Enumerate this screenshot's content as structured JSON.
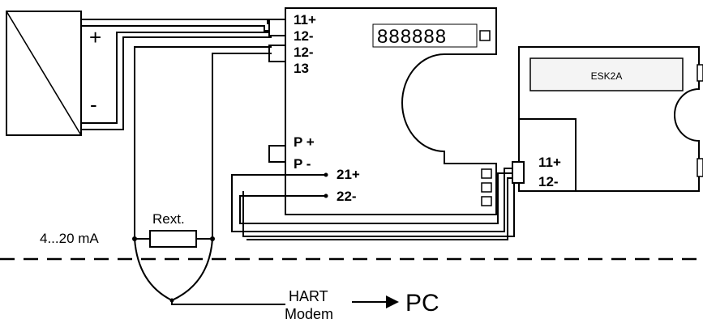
{
  "power_supply": {
    "plus_label": "+",
    "minus_label": "-"
  },
  "transmitter": {
    "terminal_11": "11+",
    "terminal_12_top": "12-",
    "terminal_12_bottom": "12-",
    "terminal_13": "13",
    "terminal_p_plus": "P +",
    "terminal_p_minus": "P -",
    "terminal_21": "21+",
    "terminal_22": "22-",
    "display_digits": "888888"
  },
  "esk2a": {
    "label": "ESK2A",
    "terminal_11": "11+",
    "terminal_12": "12-"
  },
  "resistor": {
    "label": "Rext."
  },
  "current_label": "4...20 mA",
  "modem": {
    "line1": "HART",
    "line2": "Modem"
  },
  "pc_label": "PC"
}
